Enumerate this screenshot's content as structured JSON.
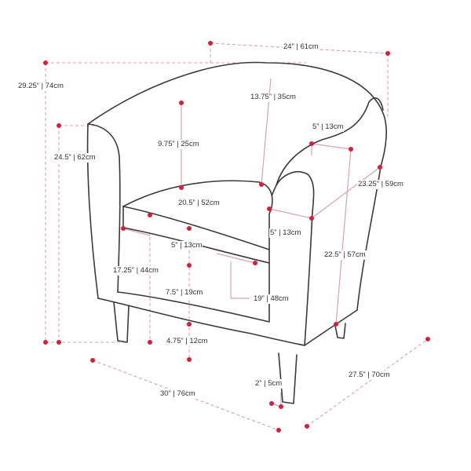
{
  "colors": {
    "outline": "#3a3a3a",
    "dimension_line": "#d9a2ae",
    "marker": "#d81e3a",
    "text": "#333333",
    "background": "#ffffff"
  },
  "dimensions": {
    "top_width": "24” | 61cm",
    "total_height": "29.25” | 74cm",
    "back_height_seat": "13.75” | 35cm",
    "arm_height": "24.5” | 62cm",
    "arm_width_top": "5” | 13cm",
    "seat_to_back": "9.75” | 25cm",
    "arm_total_depth": "23.25” | 59cm",
    "seat_depth": "20.5” | 52cm",
    "arm_width_front": "5” | 13cm",
    "cushion_thickness": "5” | 13cm",
    "inner_depth": "22.5” | 57cm",
    "seat_height": "17.25” | 44cm",
    "seat_width": "19” | 48cm",
    "base_height": "7.5” | 19cm",
    "leg_height": "4.75” | 12cm",
    "leg_width": "2” | 5cm",
    "overall_width": "30” | 76cm",
    "overall_depth": "27.5” | 70cm"
  }
}
